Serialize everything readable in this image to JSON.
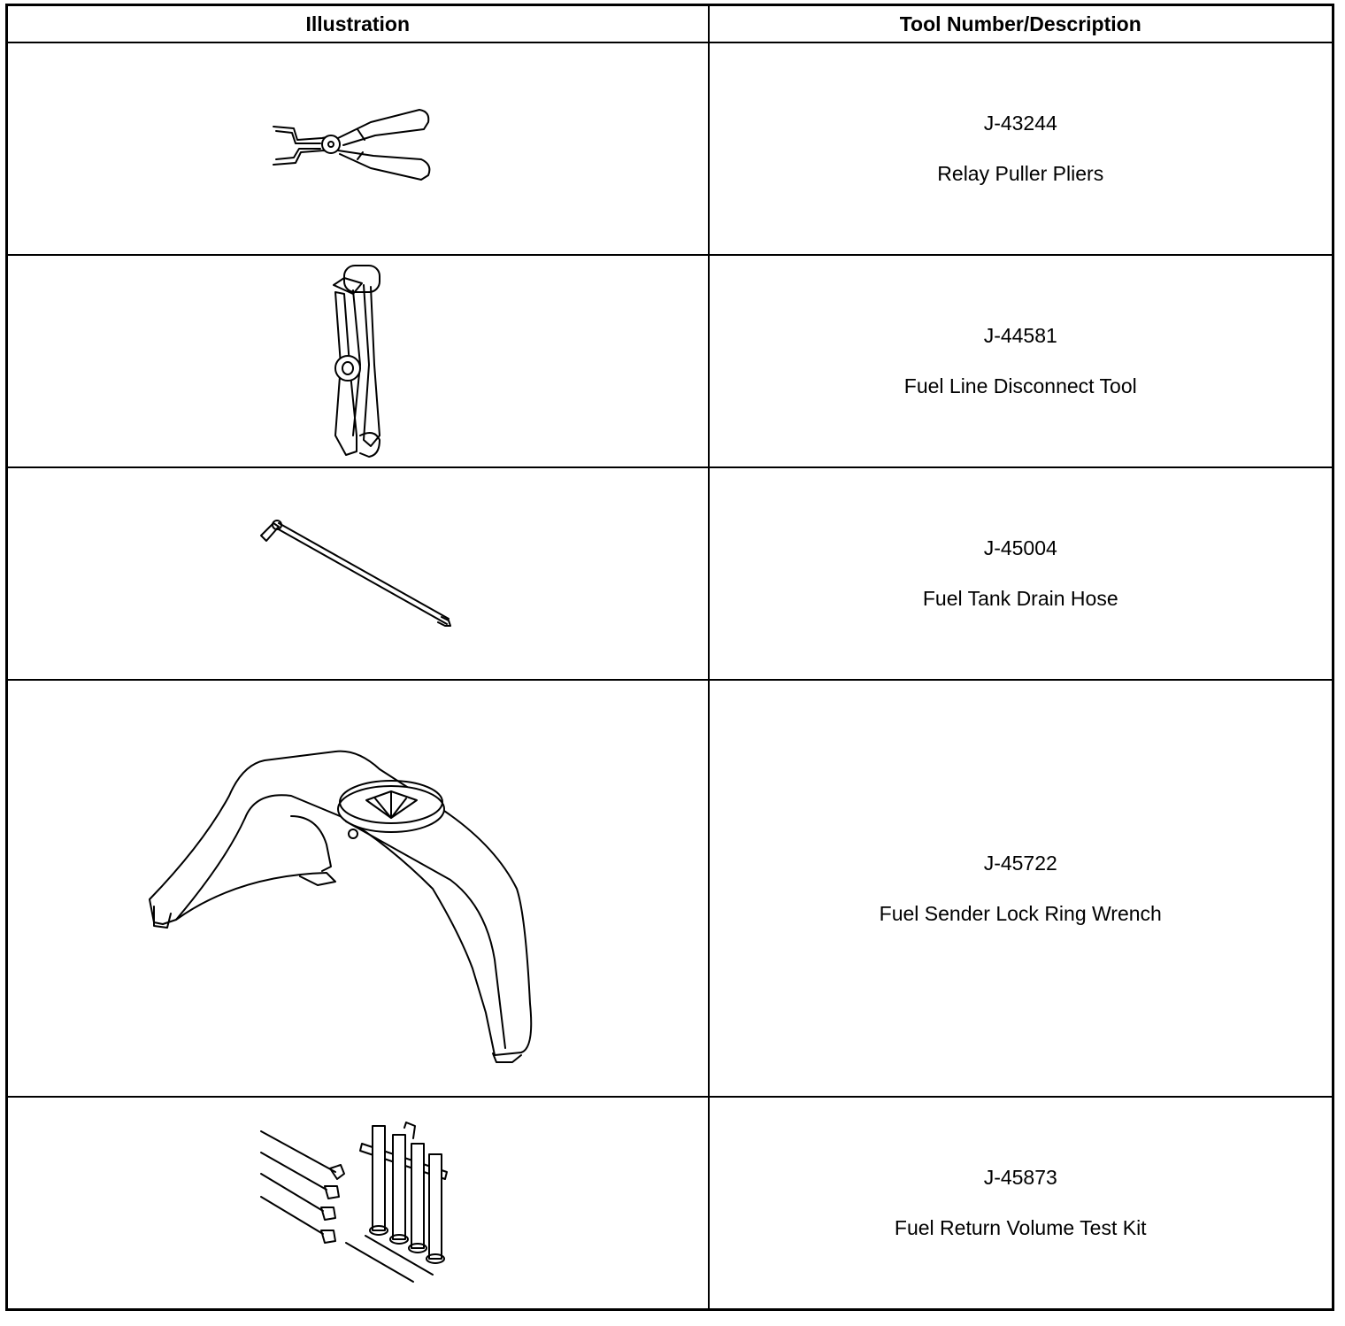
{
  "table": {
    "headers": {
      "illustration": "Illustration",
      "description": "Tool Number/Description"
    },
    "rows": [
      {
        "number": "J-43244",
        "name": "Relay Puller Pliers",
        "icon": "relay-puller-pliers-icon"
      },
      {
        "number": "J-44581",
        "name": "Fuel Line Disconnect Tool",
        "icon": "fuel-line-disconnect-tool-icon"
      },
      {
        "number": "J-45004",
        "name": "Fuel Tank Drain Hose",
        "icon": "fuel-tank-drain-hose-icon"
      },
      {
        "number": "J-45722",
        "name": "Fuel Sender Lock Ring Wrench",
        "icon": "lock-ring-wrench-icon"
      },
      {
        "number": "J-45873",
        "name": "Fuel Return Volume Test Kit",
        "icon": "fuel-return-test-kit-icon"
      }
    ]
  }
}
